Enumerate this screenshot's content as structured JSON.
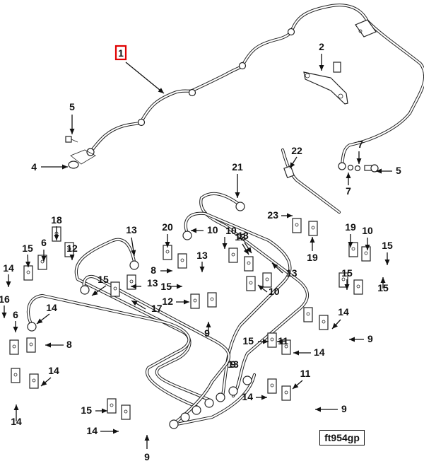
{
  "diagram": {
    "title": "Fuel Injection Lines Parts Diagram",
    "figure_code": "ft954gp",
    "highlighted_callout": "1",
    "highlight_color": "#e00000",
    "callouts": [
      {
        "label": "1",
        "highlight": true
      },
      {
        "label": "2"
      },
      {
        "label": "4"
      },
      {
        "label": "5"
      },
      {
        "label": "5"
      },
      {
        "label": "7"
      },
      {
        "label": "7"
      },
      {
        "label": "21"
      },
      {
        "label": "22"
      },
      {
        "label": "23"
      },
      {
        "label": "19"
      },
      {
        "label": "19"
      },
      {
        "label": "10"
      },
      {
        "label": "15"
      },
      {
        "label": "12"
      },
      {
        "label": "13"
      },
      {
        "label": "10"
      },
      {
        "label": "15"
      },
      {
        "label": "18"
      },
      {
        "label": "13"
      },
      {
        "label": "20"
      },
      {
        "label": "10"
      },
      {
        "label": "15"
      },
      {
        "label": "6"
      },
      {
        "label": "12"
      },
      {
        "label": "13"
      },
      {
        "label": "14"
      },
      {
        "label": "8"
      },
      {
        "label": "13"
      },
      {
        "label": "10"
      },
      {
        "label": "15"
      },
      {
        "label": "15"
      },
      {
        "label": "17"
      },
      {
        "label": "13"
      },
      {
        "label": "12"
      },
      {
        "label": "9"
      },
      {
        "label": "14"
      },
      {
        "label": "16"
      },
      {
        "label": "6"
      },
      {
        "label": "8"
      },
      {
        "label": "14"
      },
      {
        "label": "14"
      },
      {
        "label": "11"
      },
      {
        "label": "14"
      },
      {
        "label": "9"
      },
      {
        "label": "15"
      },
      {
        "label": "14"
      },
      {
        "label": "11"
      },
      {
        "label": "9"
      },
      {
        "label": "15"
      },
      {
        "label": "14"
      },
      {
        "label": "14"
      },
      {
        "label": "9"
      },
      {
        "label": "15"
      },
      {
        "label": "13"
      },
      {
        "label": "9"
      },
      {
        "label": "15"
      }
    ]
  }
}
